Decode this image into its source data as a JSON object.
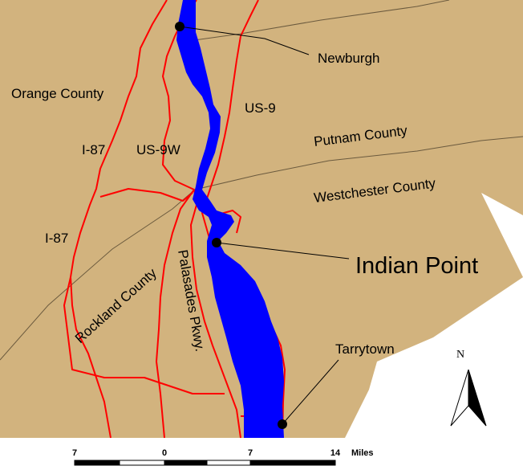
{
  "map": {
    "colors": {
      "land": "#d2b37e",
      "background": "#ffffff",
      "river": "#0000ff",
      "roads": "#ff0000",
      "boundaries": "#6b5a3e",
      "markers": "#000000"
    },
    "counties": {
      "orange": "Orange County",
      "putnam": "Putnam County",
      "westchester": "Westchester County",
      "rockland": "Rockland County"
    },
    "roads": {
      "us9": "US-9",
      "us9w": "US-9W",
      "i87_upper": "I-87",
      "i87_lower": "I-87",
      "palisades": "Palasades Pkwy."
    },
    "places": {
      "newburgh": "Newburgh",
      "indian_point": "Indian Point",
      "tarrytown": "Tarrytown"
    },
    "north_arrow": {
      "label": "N",
      "icon": "north-arrow-icon"
    },
    "scale_bar": {
      "labels": [
        "7",
        "0",
        "7",
        "14"
      ],
      "unit": "Miles"
    }
  }
}
